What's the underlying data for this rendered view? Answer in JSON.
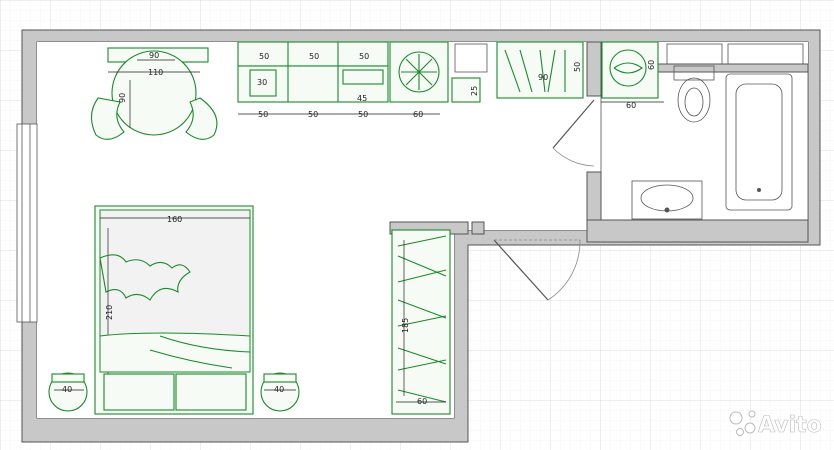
{
  "dimensions": {
    "table_top": "90",
    "table_width": "110",
    "table_depth": "90",
    "cab_1": "50",
    "cab_2": "50",
    "cab_3": "50",
    "sink_small": "30",
    "stove_depth": "45",
    "below_1": "50",
    "below_2": "50",
    "below_3": "50",
    "below_4": "60",
    "fridge_small": "25",
    "wardrobe_top_w": "90",
    "wardrobe_top_d": "50",
    "washer_d": "60",
    "hall_60": "60",
    "bed_width": "160",
    "bed_length": "210",
    "nightstand_left": "40",
    "nightstand_right": "40",
    "closet_length": "185",
    "closet_depth": "60"
  },
  "watermark": "Avito",
  "colors": {
    "furniture": "#1a8a2a",
    "wall": "#c8c8c8",
    "grid": "#e3e3e3"
  }
}
